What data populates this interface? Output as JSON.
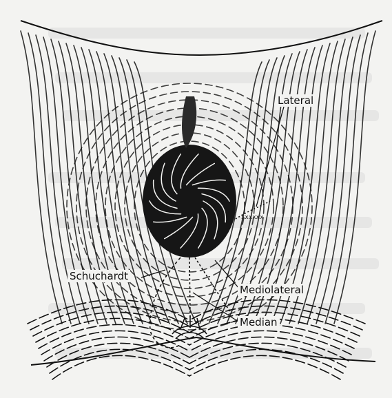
{
  "labels": {
    "lateral": "Lateral",
    "schuchardt": "Schuchardt",
    "mediolateral": "Mediolateral",
    "median": "Median"
  },
  "colors": {
    "background": "#f3f3f1",
    "ink": "#111111",
    "bleed_through": "#d8d8d6"
  }
}
